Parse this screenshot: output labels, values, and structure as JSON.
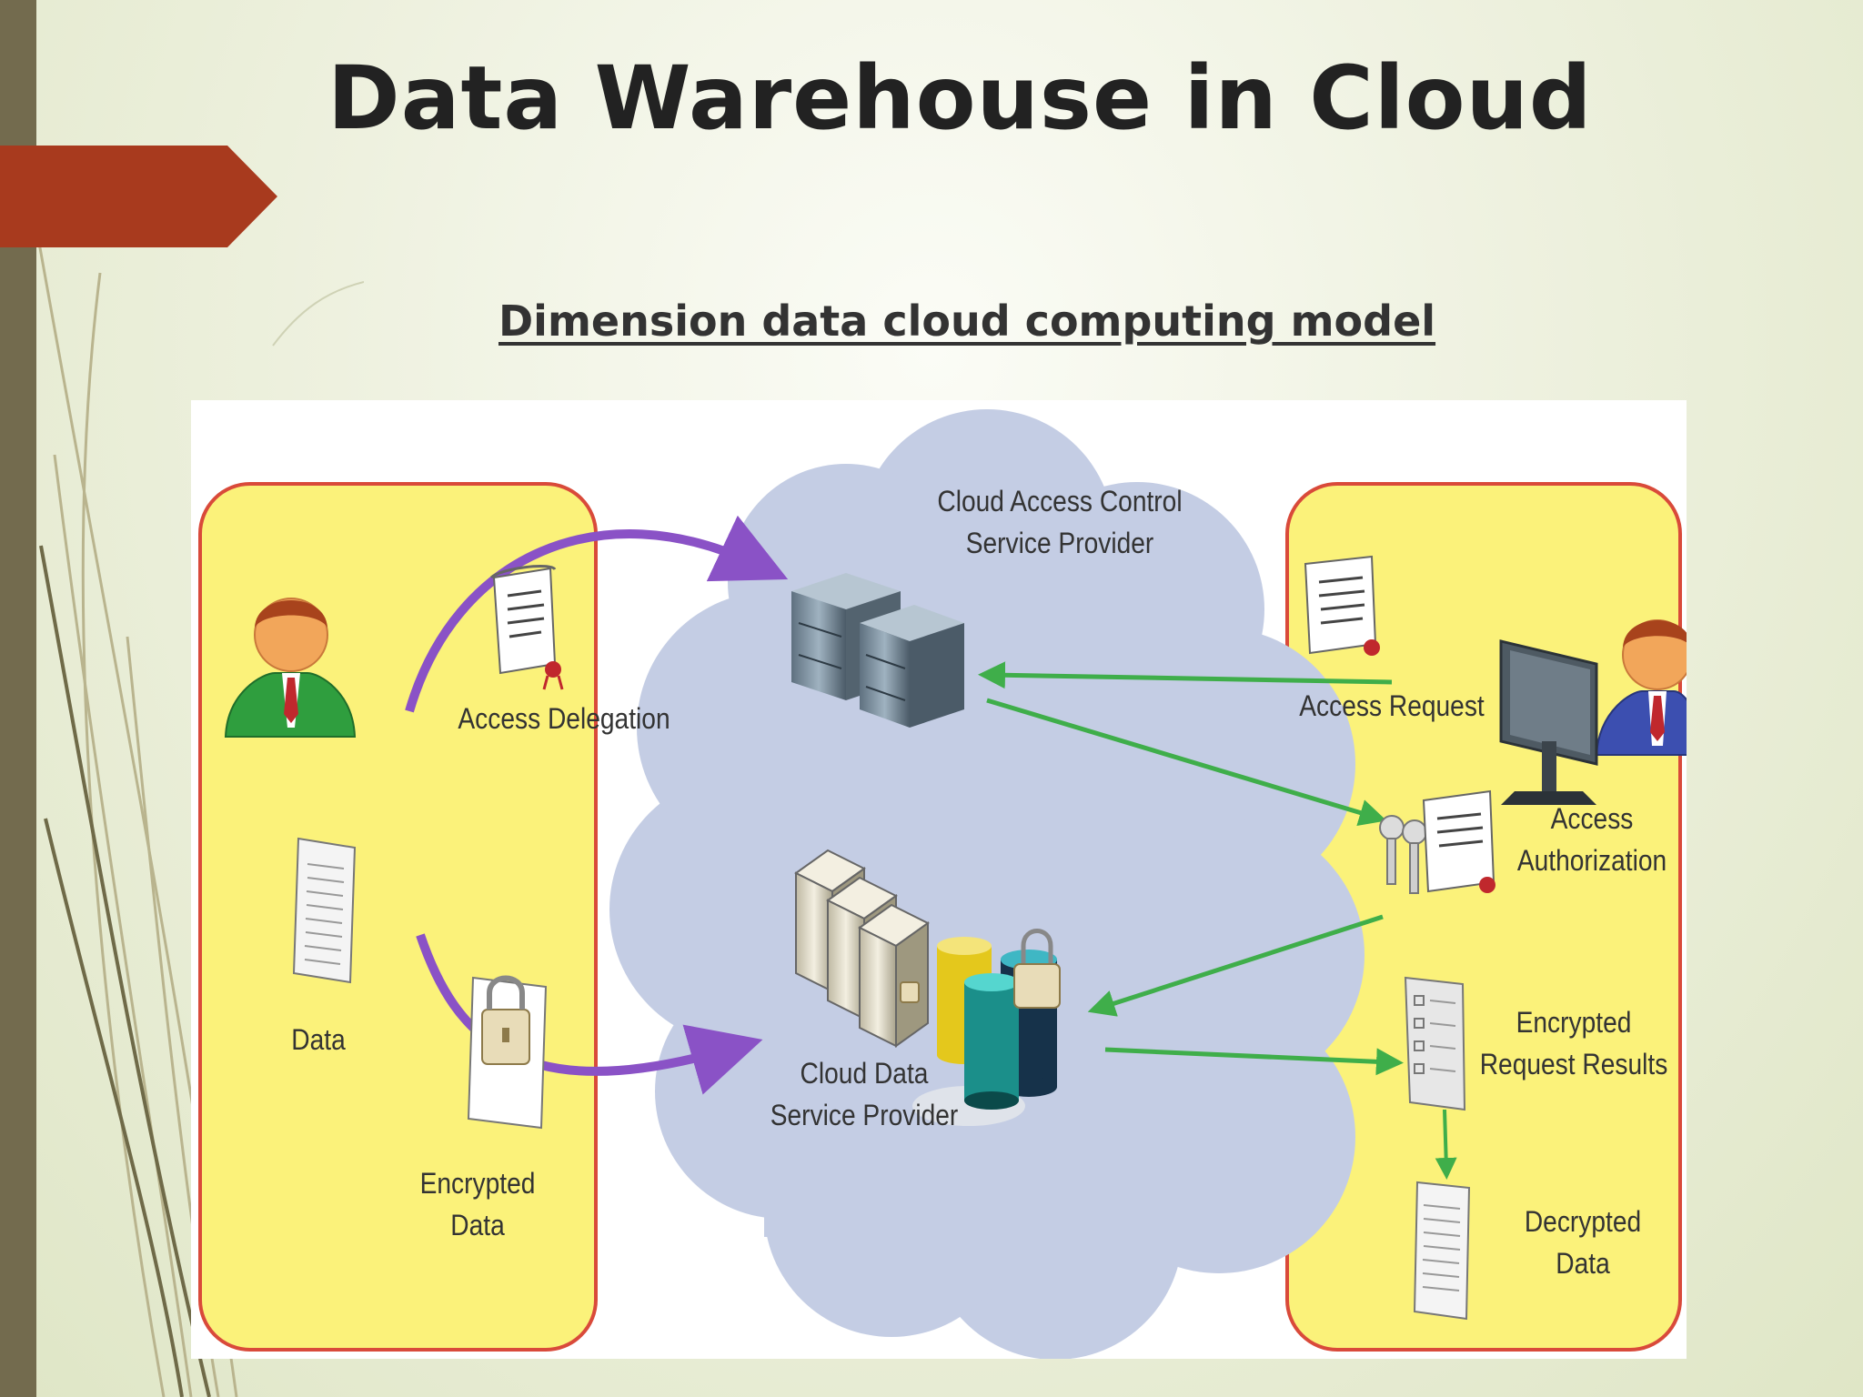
{
  "slide": {
    "title": "Data Warehouse in Cloud",
    "subtitle": "Dimension data cloud computing model"
  },
  "diagram": {
    "labels": {
      "cloud_access_control": [
        "Cloud Access Control",
        "Service Provider"
      ],
      "access_delegation": "Access Delegation",
      "data": "Data",
      "encrypted_data": [
        "Encrypted",
        "Data"
      ],
      "cloud_data_service": [
        "Cloud Data",
        "Service Provider"
      ],
      "access_request": "Access Request",
      "access_authorization": [
        "Access",
        "Authorization"
      ],
      "encrypted_request_results": [
        "Encrypted",
        "Request Results"
      ],
      "decrypted_data": [
        "Decrypted",
        "Data"
      ]
    },
    "icons": [
      "data-owner-user-icon",
      "data-consumer-user-icon",
      "computer-monitor-icon",
      "access-server-rack-icon",
      "data-server-tower-icon",
      "database-cylinders-icon",
      "padlock-icon",
      "certificate-scroll-icon",
      "key-icon",
      "document-icon"
    ],
    "colors": {
      "panel_fill": "#fbf27a",
      "panel_border": "#d94a3a",
      "cloud_fill": "#c4cde4",
      "delegation_arrow": "#8a52c6",
      "request_arrow": "#3fae4a",
      "slide_accent": "#a83a1e",
      "side_bar": "#736b4e"
    }
  }
}
